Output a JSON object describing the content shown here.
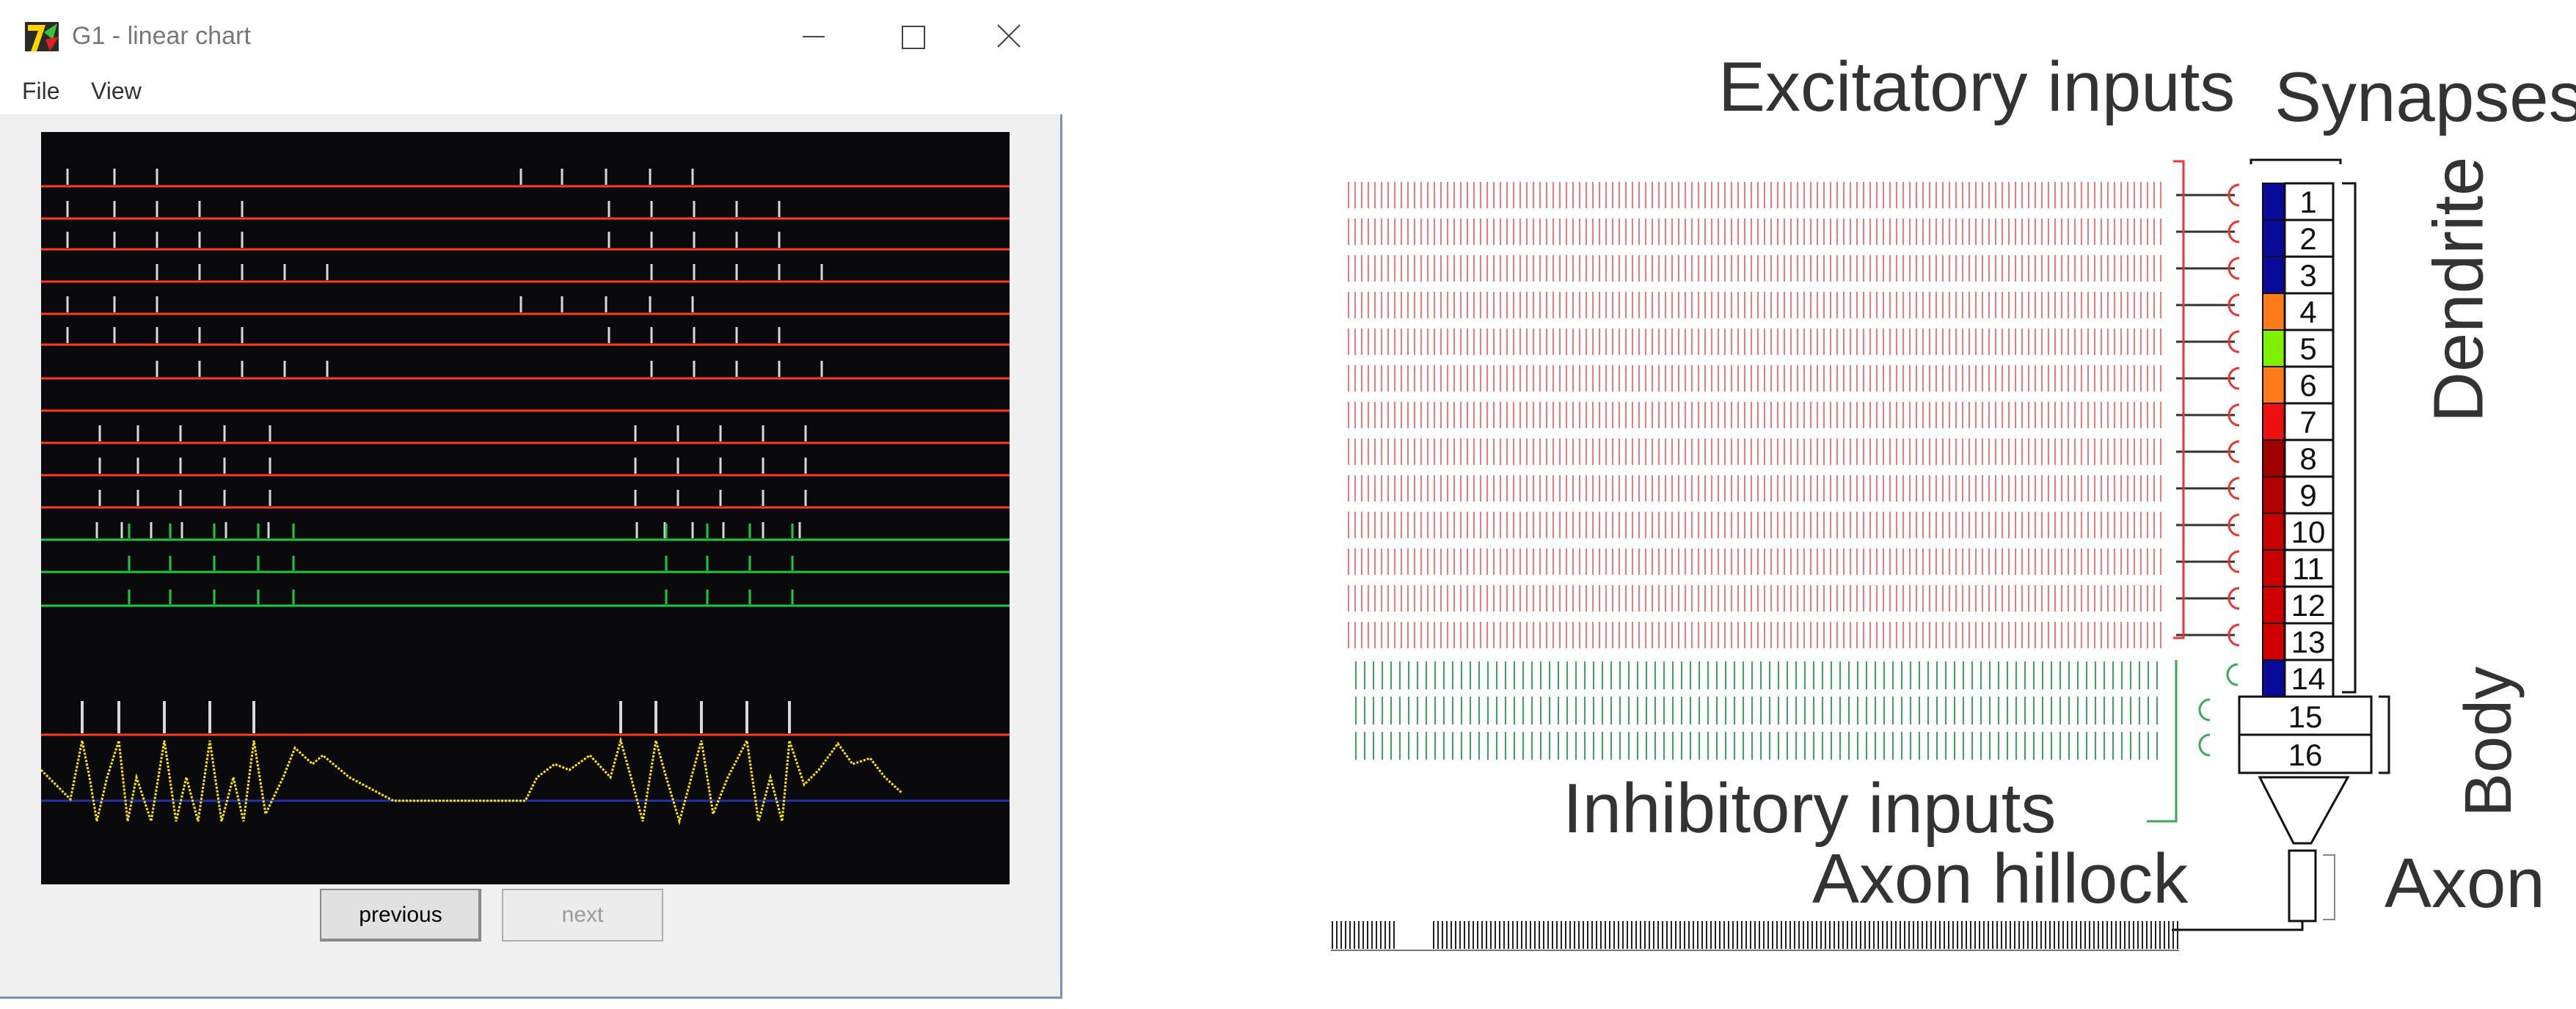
{
  "window": {
    "title": "G1 - linear chart",
    "menu": [
      "File",
      "View"
    ],
    "buttons": {
      "previous": "previous",
      "next": "next"
    },
    "colors": {
      "raster_line": "#ff3b1f",
      "inhibitory_line": "#1ec83c",
      "spike": "#d8d8d8",
      "potential": "#ffe600",
      "baseline": "#2233aa",
      "background": "#0a0a0c"
    }
  },
  "diagram": {
    "labels": {
      "excitatory": "Excitatory inputs",
      "synapses": "Synapses",
      "dendrite": "Dendrite",
      "body": "Body",
      "inhibitory": "Inhibitory inputs",
      "axon_hillock": "Axon hillock",
      "axon": "Axon"
    },
    "compartments": [
      "1",
      "2",
      "3",
      "4",
      "5",
      "6",
      "7",
      "8",
      "9",
      "10",
      "11",
      "12",
      "13",
      "14",
      "15",
      "16"
    ],
    "compartment_colors": [
      "#0a0a9a",
      "#0a0a9a",
      "#0a0a9a",
      "#ff7b1a",
      "#7ef000",
      "#ff7b1a",
      "#ee1010",
      "#a00000",
      "#b00000",
      "#c80000",
      "#c80000",
      "#d00000",
      "#d00000",
      "#0a0a9a",
      "#ffffff",
      "#ffffff"
    ],
    "colors": {
      "excitatory": "#f07a7a",
      "inhibitory": "#3aaa5a",
      "text": "#333333"
    }
  }
}
